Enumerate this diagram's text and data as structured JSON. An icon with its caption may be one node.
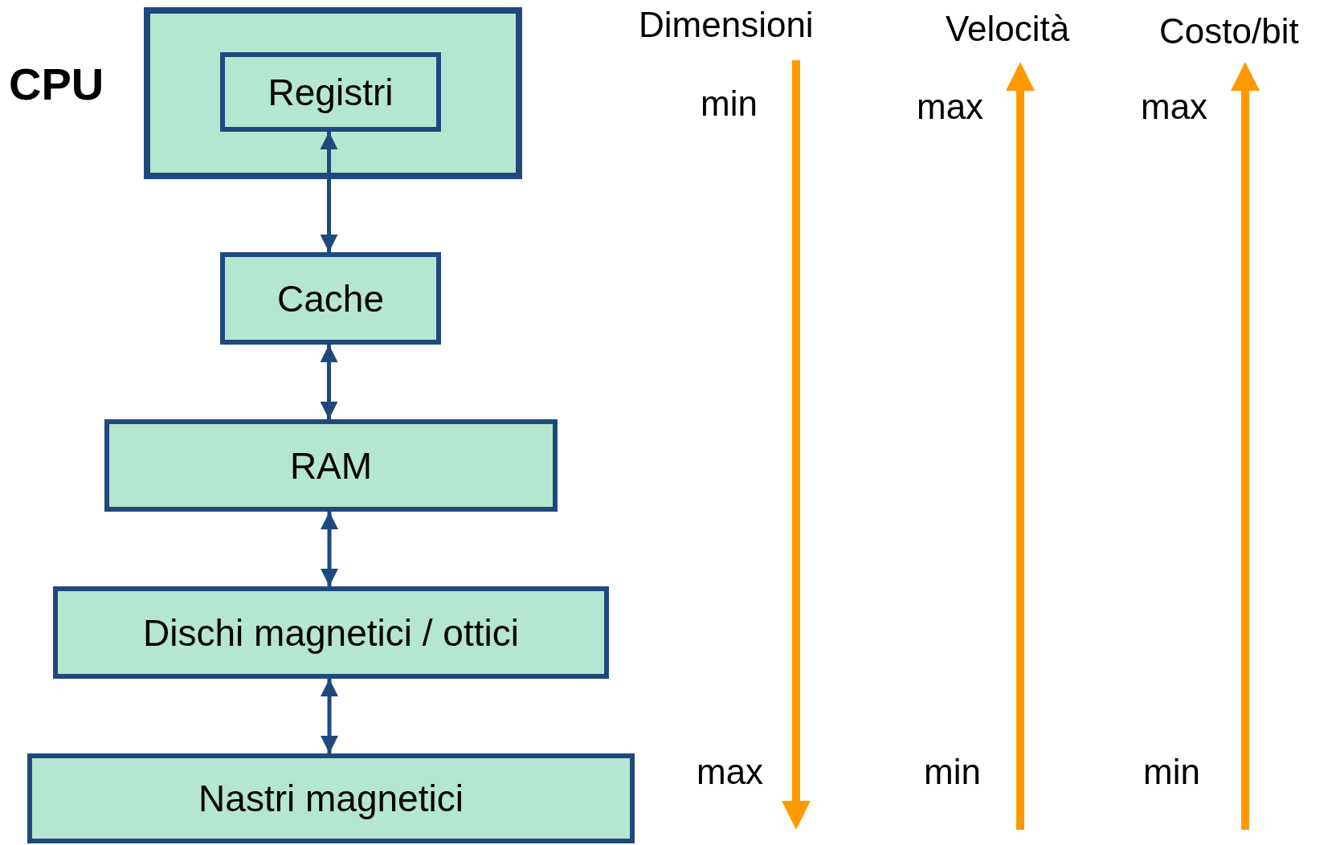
{
  "diagram": {
    "nodes": [
      {
        "text": [
          "CPU"
        ]
      },
      {
        "text": [
          "Registri"
        ],
        "in": 0
      },
      {
        "text": [
          "Cache"
        ]
      },
      {
        "text": [
          "RAM"
        ]
      },
      {
        "text": [
          "Dischi magnetici / ottici"
        ]
      },
      {
        "text": [
          "Nastri magnetici"
        ]
      }
    ],
    "edges": [
      {
        "from": 1,
        "to": 2,
        "arrow": "both"
      },
      {
        "from": 2,
        "to": 3,
        "arrow": "both"
      },
      {
        "from": 3,
        "to": 4,
        "arrow": "both"
      },
      {
        "from": 4,
        "to": 5,
        "arrow": "both"
      }
    ],
    "labels": [
      "Dimensioni",
      "Velocità",
      "Costo/bit",
      "min",
      "max",
      "max",
      "max",
      "min",
      "min"
    ]
  }
}
